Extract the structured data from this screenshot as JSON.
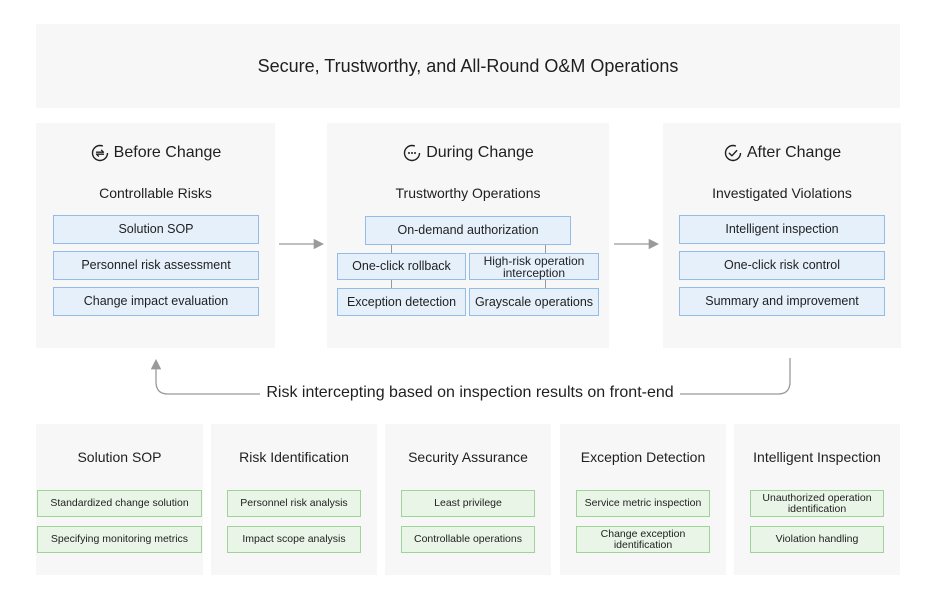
{
  "banner": {
    "title": "Secure, Trustworthy, and All-Round O&M Operations"
  },
  "stages": {
    "before": {
      "title": "Before Change",
      "subtitle": "Controllable Risks",
      "items": [
        "Solution SOP",
        "Personnel risk assessment",
        "Change impact evaluation"
      ]
    },
    "during": {
      "title": "During Change",
      "subtitle": "Trustworthy Operations",
      "items": [
        "On-demand authorization",
        "One-click rollback",
        "High-risk operation interception",
        "Exception detection",
        "Grayscale operations"
      ]
    },
    "after": {
      "title": "After Change",
      "subtitle": "Investigated Violations",
      "items": [
        "Intelligent inspection",
        "One-click risk control",
        "Summary and improvement"
      ]
    }
  },
  "feedback": {
    "label": "Risk intercepting based on inspection results on front-end"
  },
  "capabilities": [
    {
      "title": "Solution SOP",
      "items": [
        "Standardized change solution",
        "Specifying monitoring metrics"
      ]
    },
    {
      "title": "Risk Identification",
      "items": [
        "Personnel risk analysis",
        "Impact scope analysis"
      ]
    },
    {
      "title": "Security Assurance",
      "items": [
        "Least privilege",
        "Controllable operations"
      ]
    },
    {
      "title": "Exception Detection",
      "items": [
        "Service metric inspection",
        "Change exception identification"
      ]
    },
    {
      "title": "Intelligent Inspection",
      "items": [
        "Unauthorized operation identification",
        "Violation handling"
      ]
    }
  ],
  "colors": {
    "panel_bg": "#f7f7f7",
    "blue_box_fill": "#e6f0fb",
    "blue_box_border": "#93bde6",
    "green_box_fill": "#e9f5e6",
    "green_box_border": "#9fd39a",
    "arrow": "#9a9a9a"
  },
  "icons": {
    "before": "refresh-cycle-icon",
    "during": "chat-dots-cycle-icon",
    "after": "check-cycle-icon"
  }
}
